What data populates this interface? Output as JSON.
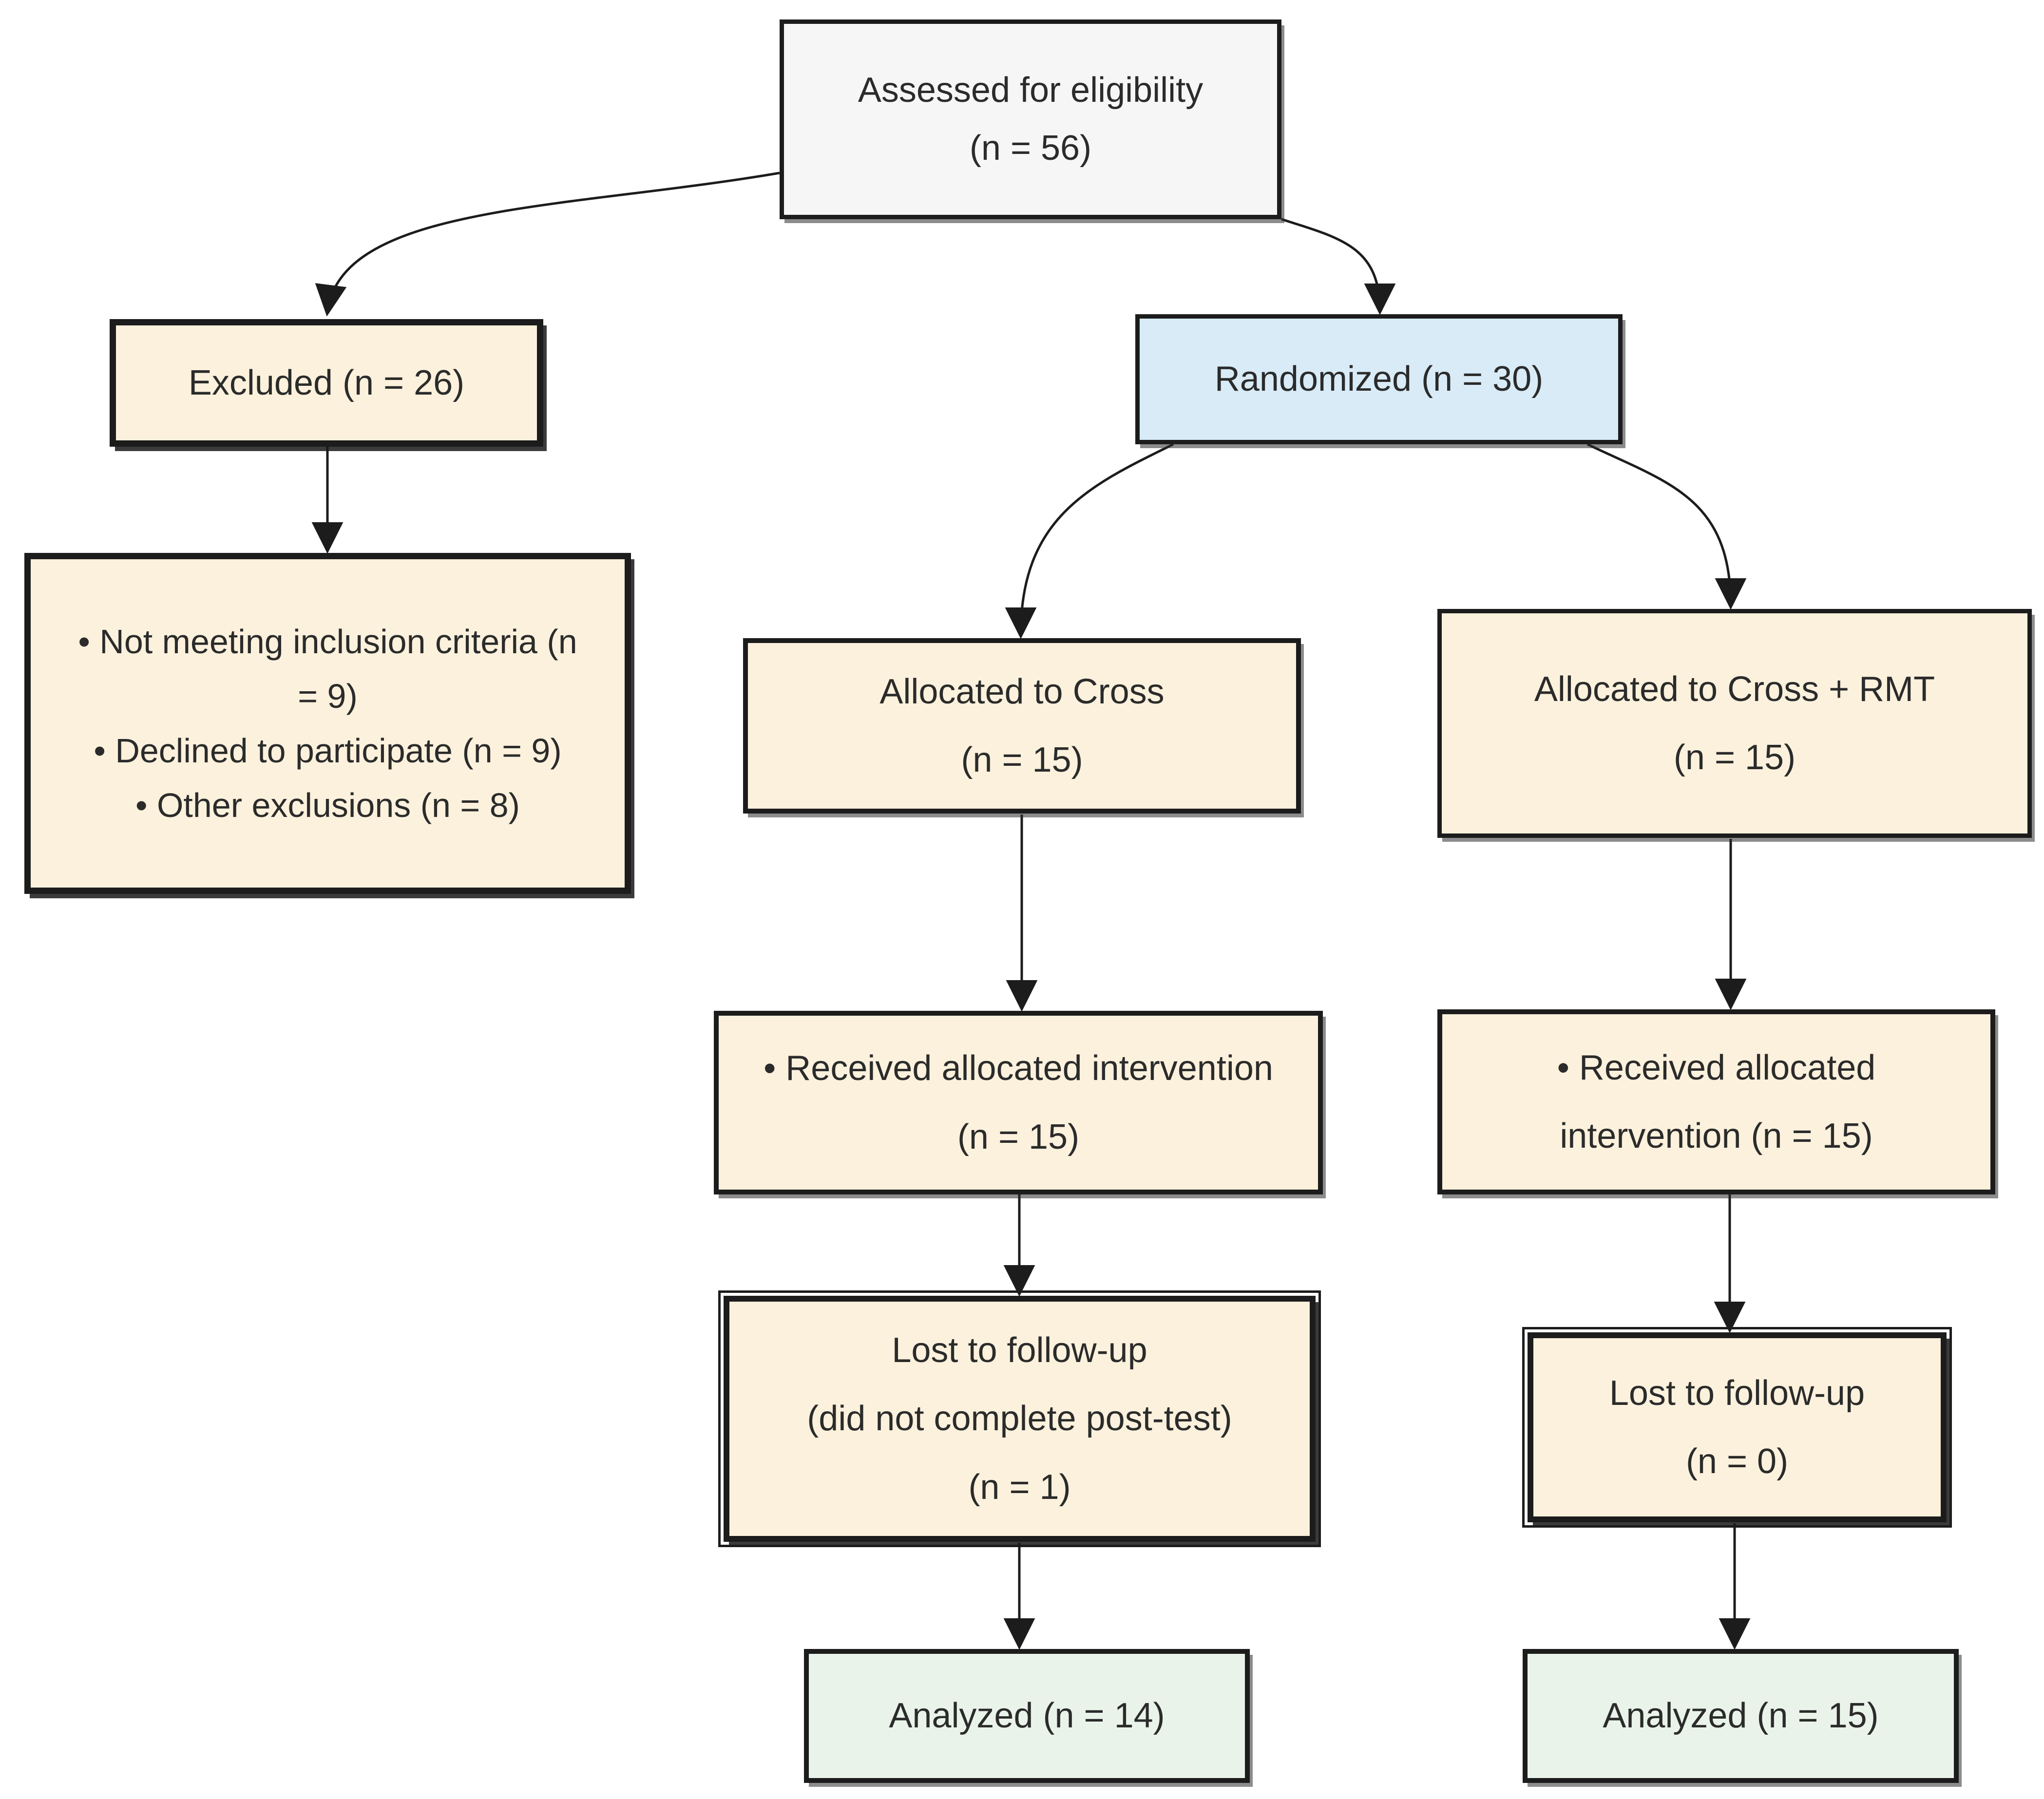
{
  "diagram": {
    "title": "CONSORT participant flow diagram",
    "boxes": {
      "assessed": {
        "line1": "Assessed for eligibility",
        "line2": "(n = 56)"
      },
      "excluded": {
        "line1": "Excluded (n = 26)"
      },
      "exclusion_reasons": {
        "items": [
          "• Not meeting inclusion criteria (n = 9)",
          "• Declined to participate (n = 9)",
          "• Other exclusions (n = 8)"
        ]
      },
      "randomized": {
        "line1": "Randomized (n = 30)"
      },
      "allocated_cross": {
        "line1": "Allocated to Cross",
        "line2": "(n = 15)"
      },
      "allocated_cross_rmt": {
        "line1": "Allocated to Cross + RMT",
        "line2": "(n = 15)"
      },
      "received_cross": {
        "items": [
          "• Received allocated intervention (n = 15)"
        ]
      },
      "received_cross_rmt": {
        "items": [
          "• Received allocated intervention (n = 15)"
        ]
      },
      "lost_cross": {
        "line1": "Lost to follow-up",
        "line2": "(did not complete post-test)",
        "line3": "(n = 1)"
      },
      "lost_cross_rmt": {
        "line1": "Lost to follow-up",
        "line2": "(n = 0)"
      },
      "analyzed_cross": {
        "line1": "Analyzed (n = 14)"
      },
      "analyzed_cross_rmt": {
        "line1": "Analyzed (n = 15)"
      }
    },
    "colors": {
      "fill_cream": "#fbf1dc",
      "fill_gray": "#f6f6f6",
      "fill_blue": "#d8ebf7",
      "fill_green": "#e9f3ea",
      "border_color": "#1c1c1c",
      "arrow_color": "#1c1c1c",
      "text_color": "#2b2b2b",
      "page_bg": "#ffffff"
    }
  }
}
